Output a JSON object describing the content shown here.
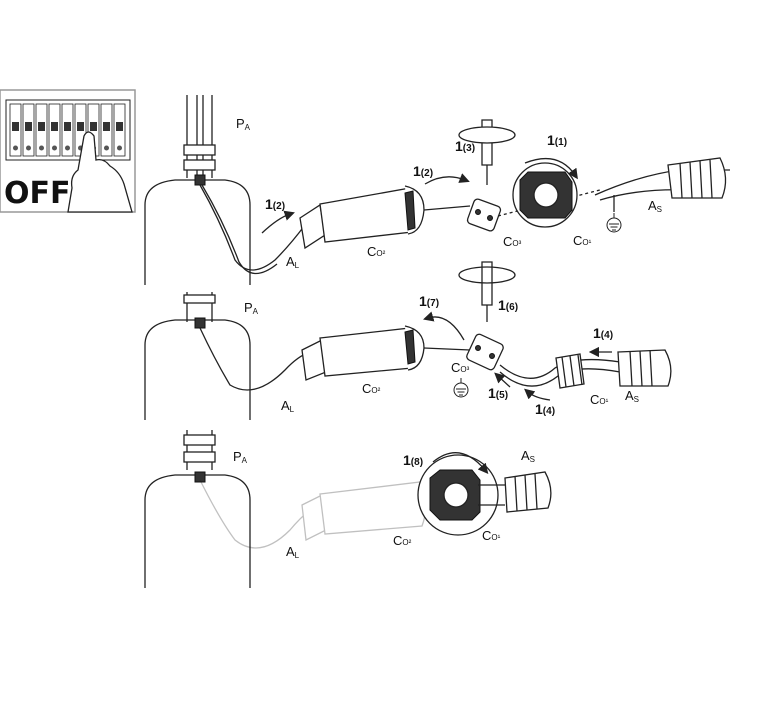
{
  "off_panel": {
    "label": "OFF"
  },
  "labels": {
    "pa": {
      "main": "P",
      "sub": "A"
    },
    "al": {
      "main": "A",
      "sub": "L"
    },
    "as": {
      "main": "A",
      "sub": "S"
    },
    "co1": {
      "main": "C",
      "sub": "O¹"
    },
    "co2": {
      "main": "C",
      "sub": "O²"
    },
    "co3": {
      "main": "C",
      "sub": "O³"
    }
  },
  "steps": {
    "s1": {
      "main": "1",
      "sub": "(1)"
    },
    "s2": {
      "main": "1",
      "sub": "(2)"
    },
    "s3": {
      "main": "1",
      "sub": "(3)"
    },
    "s4": {
      "main": "1",
      "sub": "(4)"
    },
    "s5": {
      "main": "1",
      "sub": "(5)"
    },
    "s6": {
      "main": "1",
      "sub": "(6)"
    },
    "s7": {
      "main": "1",
      "sub": "(7)"
    },
    "s8": {
      "main": "1",
      "sub": "(8)"
    }
  }
}
